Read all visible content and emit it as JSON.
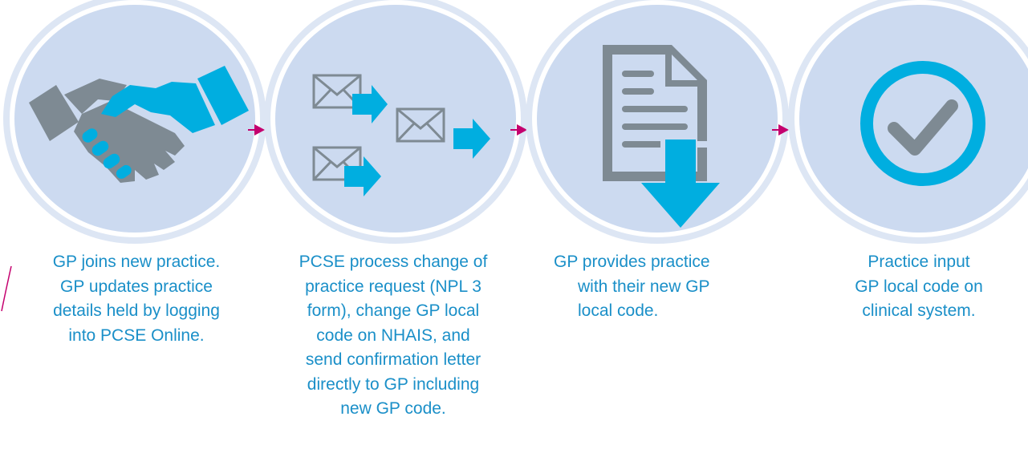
{
  "colors": {
    "circle_fill": "#ccdaf0",
    "circle_ring": "#dde6f4",
    "accent_blue": "#00aee0",
    "icon_gray": "#7e8a93",
    "text_blue": "#1a8fc8",
    "connector_magenta": "#c4006e"
  },
  "steps": [
    {
      "icon": "handshake-icon",
      "caption_lines": [
        "GP joins new practice.",
        "GP updates practice",
        "details held by logging",
        "into PCSE Online."
      ]
    },
    {
      "icon": "envelopes-icon",
      "caption_lines": [
        "PCSE process change of",
        "practice request (NPL 3",
        "form), change GP local",
        "code on NHAIS, and",
        "send confirmation letter",
        "directly to GP including",
        "new GP code."
      ]
    },
    {
      "icon": "document-download-icon",
      "caption_lines": [
        "GP provides practice",
        "with their new GP",
        "local code."
      ]
    },
    {
      "icon": "checkmark-circle-icon",
      "caption_lines": [
        "Practice input",
        "GP local code on",
        "clinical system."
      ]
    }
  ]
}
